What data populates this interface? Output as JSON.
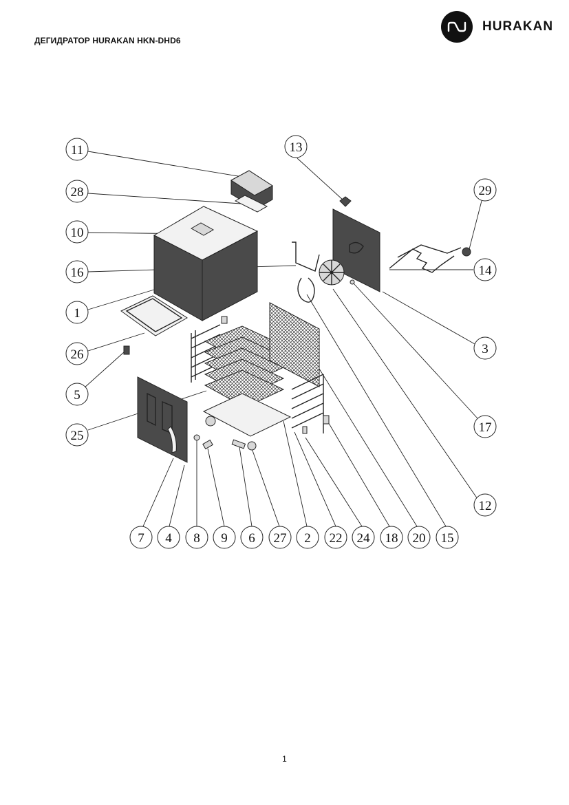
{
  "header": {
    "title": "ДЕГИДРАТОР HURAKAN HKN-DHD6",
    "brand_name": "HURAKAN",
    "brand_icon": "hurakan-logo-icon"
  },
  "footer": {
    "page_number": "1"
  },
  "diagram": {
    "kind": "exploded-parts-view",
    "callouts": [
      "11",
      "28",
      "10",
      "16",
      "1",
      "26",
      "5",
      "25",
      "13",
      "29",
      "14",
      "3",
      "17",
      "12",
      "7",
      "4",
      "8",
      "9",
      "6",
      "27",
      "2",
      "22",
      "24",
      "18",
      "20",
      "15"
    ],
    "colors": {
      "ink": "#111111",
      "panel": "#4a4a4a",
      "part": "#d8d8d8"
    }
  }
}
